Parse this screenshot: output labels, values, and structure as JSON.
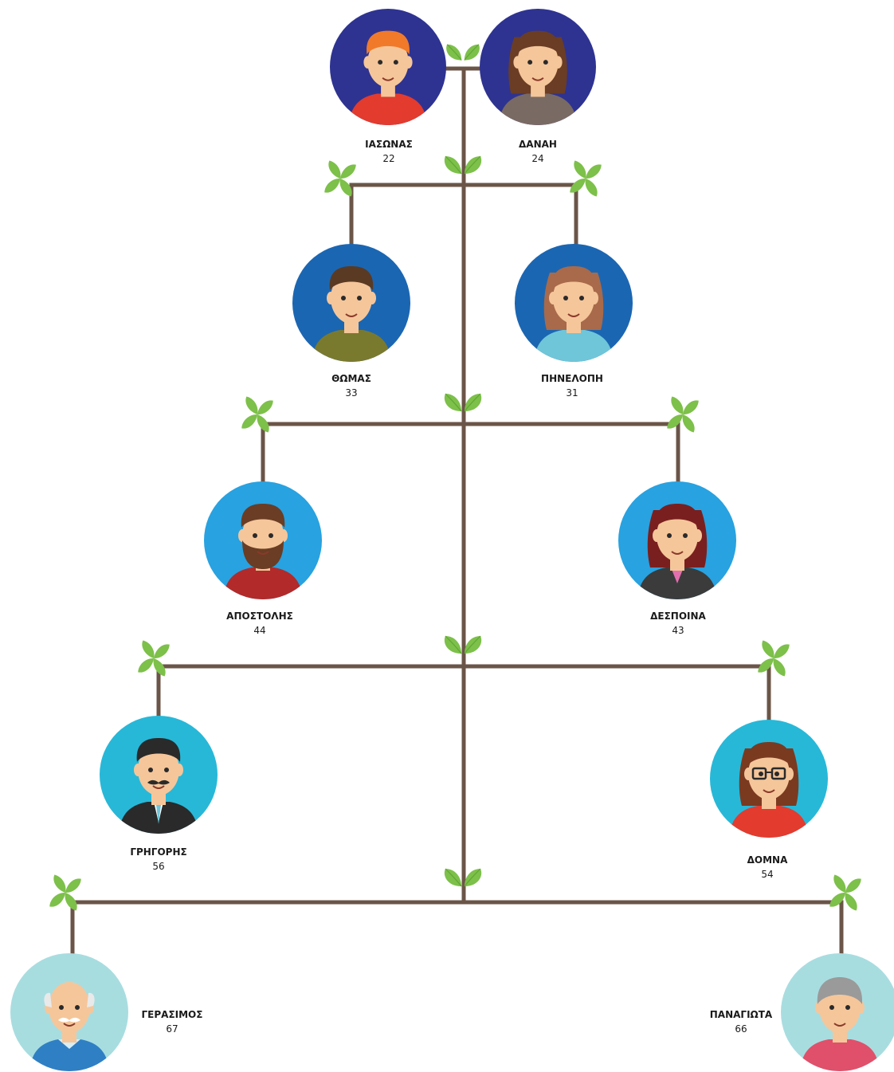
{
  "colors": {
    "trunk": "#6b5548",
    "leaf": "#7dc04a",
    "leaf_dark": "#5fa632",
    "skin": "#f5c69a"
  },
  "people": [
    {
      "id": "iasonas",
      "name": "ΙΑΣΩΝΑΣ",
      "age": "22",
      "bg": "#2e3391",
      "hair": "#f07a2a",
      "shirt": "#e33b2e",
      "gender": "m",
      "style": "young"
    },
    {
      "id": "danai",
      "name": "ΔΑΝΑΗ",
      "age": "24",
      "bg": "#2e3391",
      "hair": "#6a3d24",
      "shirt": "#7a6a64",
      "gender": "f",
      "style": "ponytail"
    },
    {
      "id": "thomas",
      "name": "ΘΩΜΑΣ",
      "age": "33",
      "bg": "#1b66b2",
      "hair": "#5a3a22",
      "shirt": "#7a7a2e",
      "gender": "m",
      "style": "young"
    },
    {
      "id": "pinelopi",
      "name": "ΠΗΝΕΛΟΠΗ",
      "age": "31",
      "bg": "#1b66b2",
      "hair": "#a86a4a",
      "shirt": "#6fc6d8",
      "gender": "f",
      "style": "long"
    },
    {
      "id": "apostolis",
      "name": "ΑΠΟΣΤΟΛΗΣ",
      "age": "44",
      "bg": "#28a2e0",
      "hair": "#6a3d24",
      "shirt": "#b22a2a",
      "gender": "m",
      "style": "beard"
    },
    {
      "id": "despoina",
      "name": "ΔΕΣΠΟΙΝΑ",
      "age": "43",
      "bg": "#28a2e0",
      "hair": "#7a1f1f",
      "shirt": "#3b3b3b",
      "gender": "f",
      "style": "bob"
    },
    {
      "id": "grigoris",
      "name": "ΓΡΗΓΟΡΗΣ",
      "age": "56",
      "bg": "#27b8d8",
      "hair": "#2a2a2a",
      "shirt": "#2a2a2a",
      "gender": "m",
      "style": "moustache"
    },
    {
      "id": "domna",
      "name": "ΔΟΜΝΑ",
      "age": "54",
      "bg": "#27b8d8",
      "hair": "#7a3a20",
      "shirt": "#e33b2e",
      "gender": "f",
      "style": "glasses"
    },
    {
      "id": "gerasimos",
      "name": "ΓΕΡΑΣΙΜΟΣ",
      "age": "67",
      "bg": "#a8dde0",
      "hair": "#e9e9e9",
      "shirt": "#2f7fc4",
      "gender": "m",
      "style": "old"
    },
    {
      "id": "panagiota",
      "name": "ΠΑΝΑΓΙΩΤΑ",
      "age": "66",
      "bg": "#a8dde0",
      "hair": "#9a9a9a",
      "shirt": "#e0506a",
      "gender": "f",
      "style": "old"
    }
  ]
}
